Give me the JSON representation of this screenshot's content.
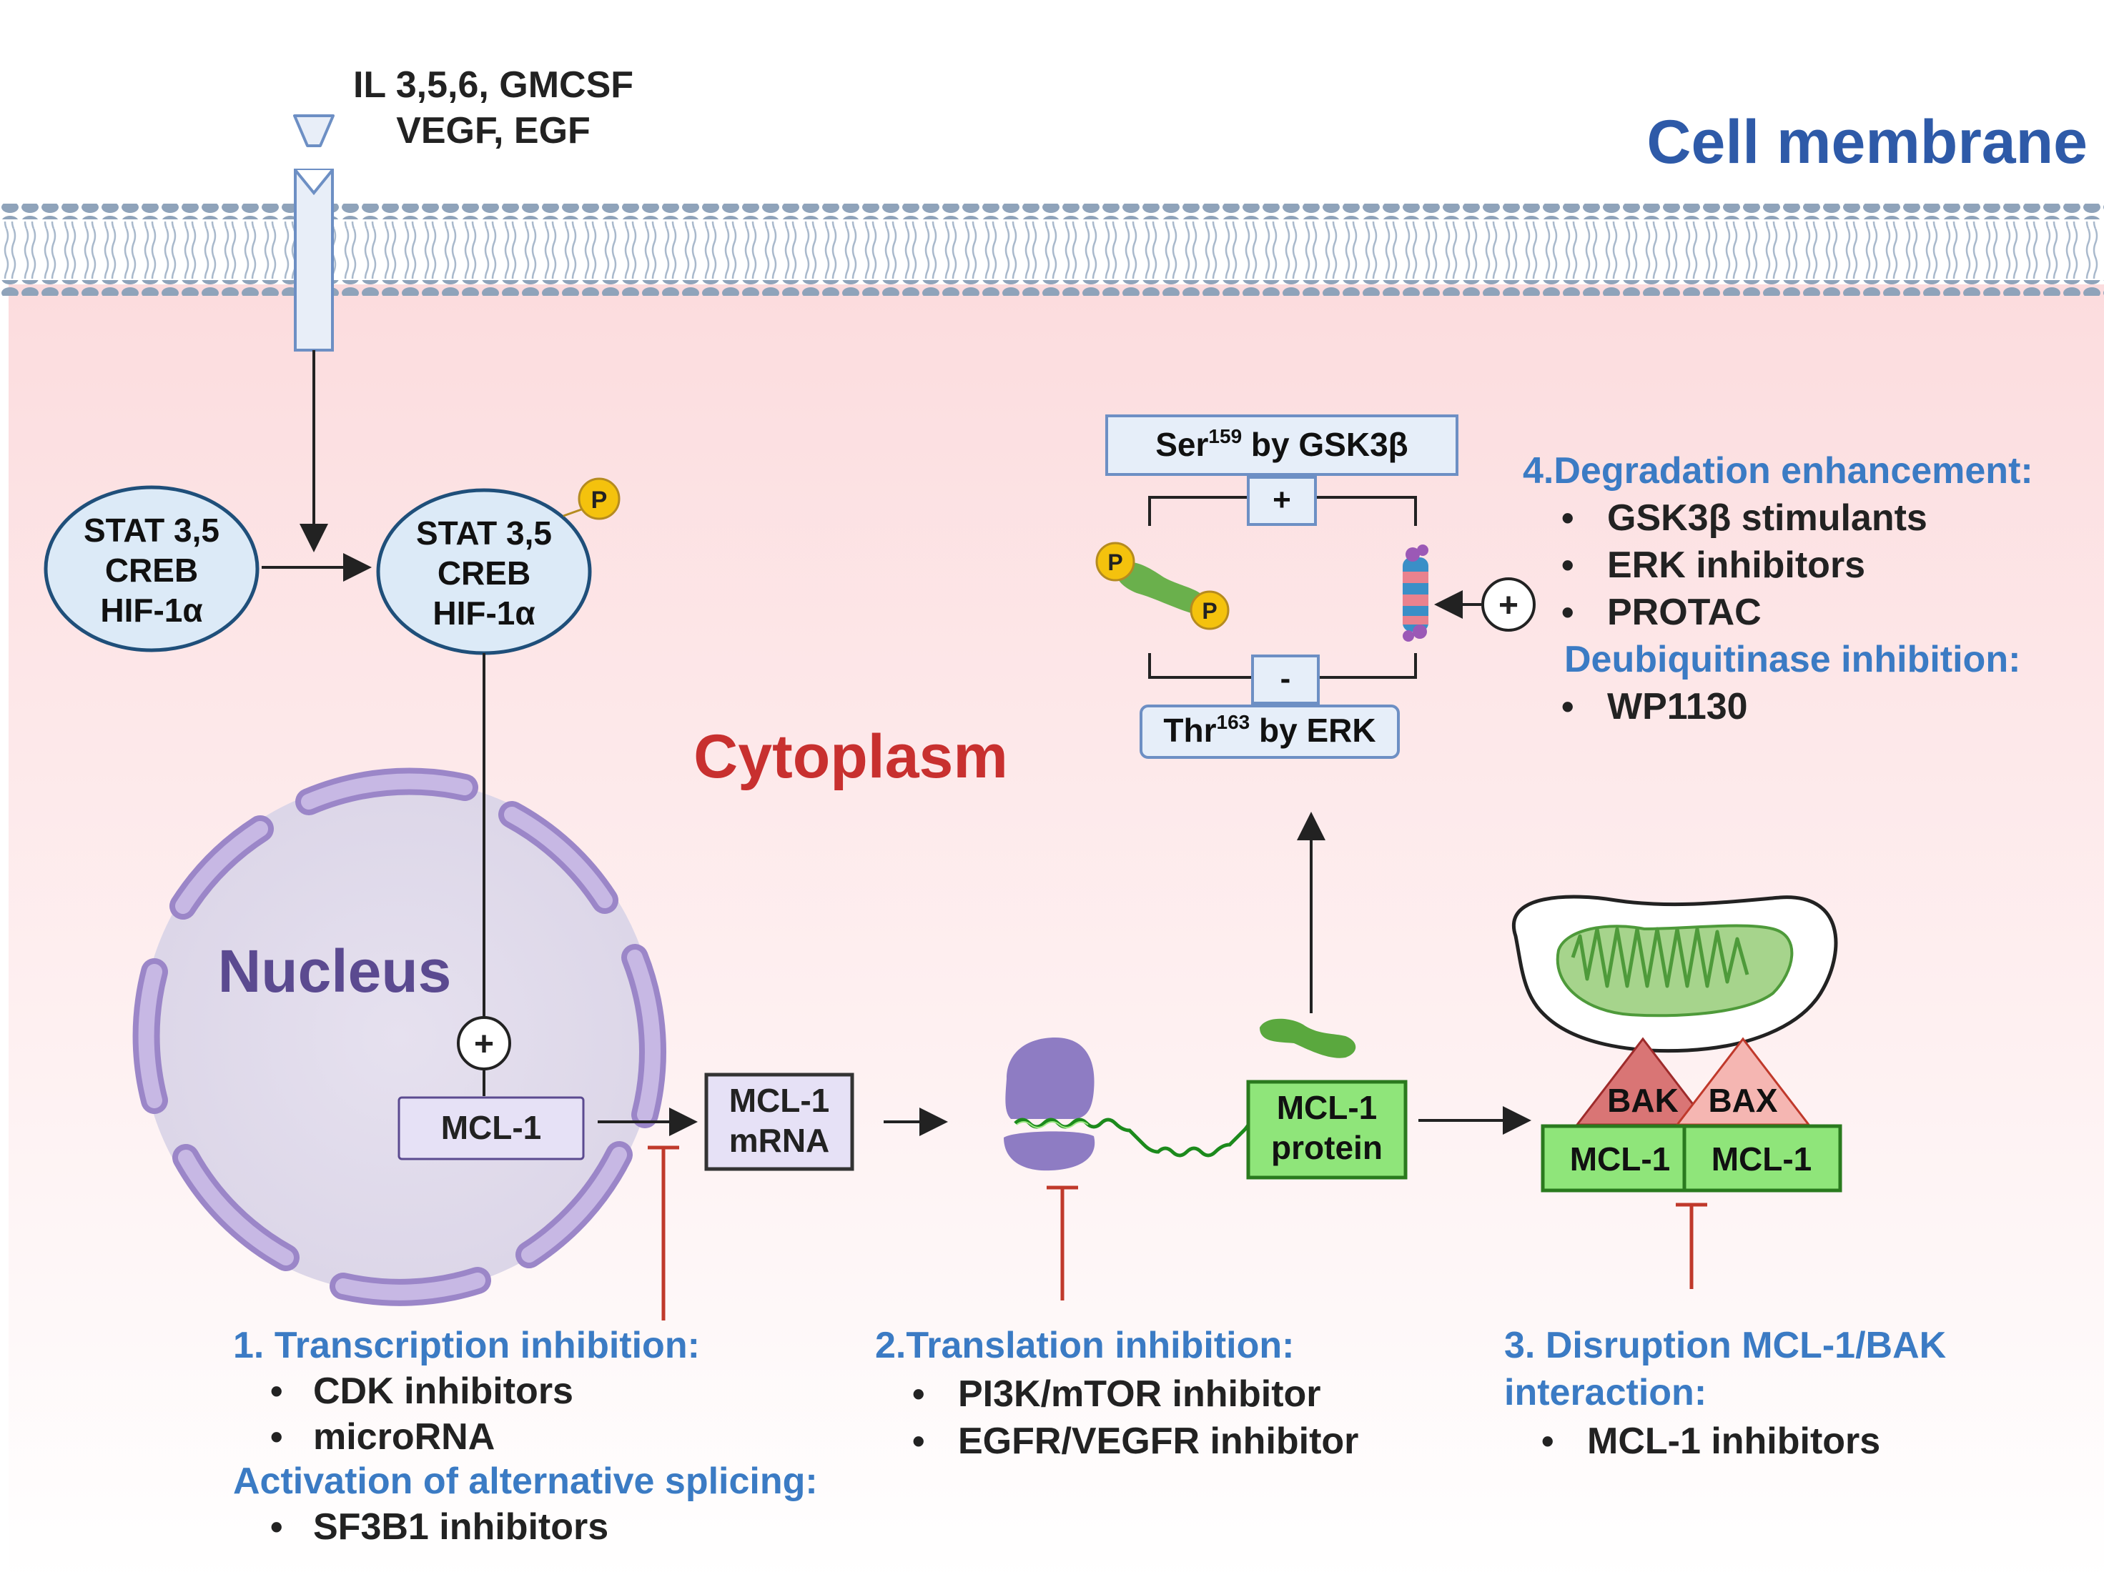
{
  "ligand": {
    "line1": "IL 3,5,6, GMCSF",
    "line2": "VEGF, EGF"
  },
  "cell_membrane_label": "Cell membrane",
  "cytoplasm_label": "Cytoplasm",
  "nucleus_label": "Nucleus",
  "stat_inactive": {
    "line1": "STAT 3,5",
    "line2": "CREB",
    "line3": "HIF-1α"
  },
  "stat_active": {
    "line1": "STAT 3,5",
    "line2": "CREB",
    "line3": "HIF-1α"
  },
  "phospho_label": "P",
  "plus_sign": "+",
  "minus_sign": "-",
  "mcl1_gene": "MCL-1",
  "mcl1_mrna": {
    "line1": "MCL-1",
    "line2": "mRNA"
  },
  "mcl1_protein": {
    "line1": "MCL-1",
    "line2": "protein"
  },
  "ser_box": {
    "prefix": "Ser",
    "sup": "159",
    "suffix": " by GSK3β"
  },
  "thr_box": {
    "prefix": "Thr",
    "sup": "163",
    "suffix": " by ERK"
  },
  "complex": {
    "bak": "BAK",
    "bax": "BAX",
    "mcl1_left": "MCL-1",
    "mcl1_right": "MCL-1"
  },
  "strategy1": {
    "title": "1. Transcription inhibition:",
    "items": [
      "CDK inhibitors",
      "microRNA"
    ],
    "subtitle": "Activation of alternative splicing:",
    "subitems": [
      "SF3B1 inhibitors"
    ]
  },
  "strategy2": {
    "title": "2.Translation inhibition:",
    "items": [
      "PI3K/mTOR inhibitor",
      "EGFR/VEGFR inhibitor"
    ]
  },
  "strategy3": {
    "title_line1": "3. Disruption MCL-1/BAK",
    "title_line2": "interaction:",
    "items": [
      "MCL-1 inhibitors"
    ]
  },
  "strategy4": {
    "title": "4.Degradation enhancement:",
    "items": [
      "GSK3β stimulants",
      "ERK inhibitors",
      "PROTAC"
    ],
    "subtitle": "Deubiquitinase inhibition:",
    "subitems": [
      "WP1130"
    ]
  },
  "bullet": "•",
  "colors": {
    "membrane": "#8fa3ba",
    "cytoplasm_top": "#fcdcde",
    "title_blue": "#2e5aa8",
    "strategy_blue": "#3b7bc4",
    "cytoplasm_red": "#c8302f",
    "nucleus_purple": "#5b4a90",
    "envelope_purple": "#b9a6d8",
    "stat_fill": "#dceaf7",
    "protein_green": "#8fe57a",
    "inhibit_red": "#c0392b",
    "phospho_yellow": "#f4c20d"
  }
}
